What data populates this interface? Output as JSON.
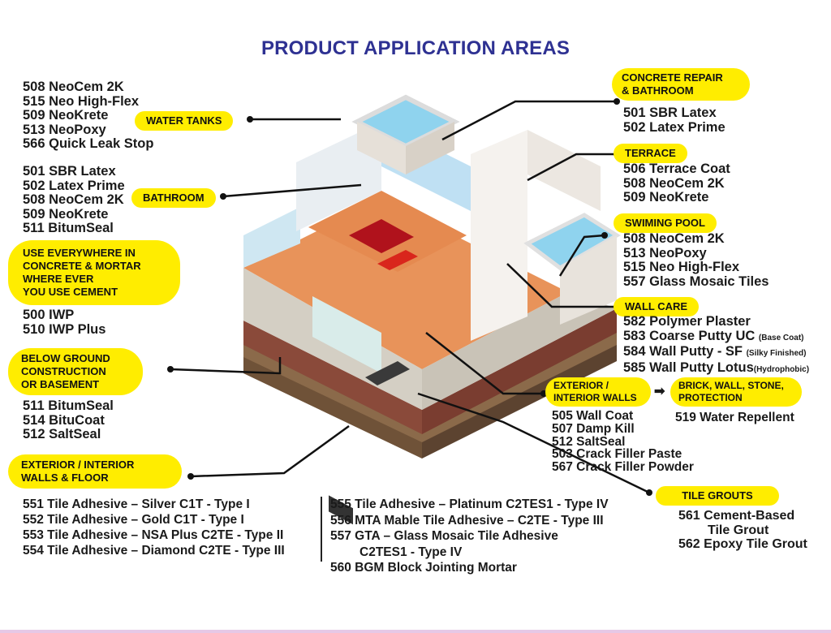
{
  "title": "PRODUCT APPLICATION AREAS",
  "labels": {
    "water_tanks": "WATER TANKS",
    "bathroom": "BATHROOM",
    "use_everywhere": [
      "USE EVERYWHERE IN",
      "CONCRETE & MORTAR",
      "WHERE EVER",
      "YOU USE CEMENT"
    ],
    "below_ground": [
      "BELOW GROUND",
      "CONSTRUCTION",
      "OR BASEMENT"
    ],
    "ext_int_floor": [
      "EXTERIOR / INTERIOR",
      "WALLS & FLOOR"
    ],
    "concrete_repair": [
      "CONCRETE REPAIR",
      "& BATHROOM"
    ],
    "terrace": "TERRACE",
    "swimming_pool": "SWIMING POOL",
    "wall_care": "WALL CARE",
    "ext_int_walls": [
      "EXTERIOR /",
      "INTERIOR WALLS"
    ],
    "arrow": "➡",
    "brick_wall": [
      "BRICK, WALL, STONE,",
      "PROTECTION"
    ],
    "tile_grouts": "TILE GROUTS"
  },
  "lists": {
    "water_tanks": [
      "508 NeoCem 2K",
      "515 Neo High-Flex",
      "509 NeoKrete",
      "513 NeoPoxy",
      "566 Quick Leak Stop"
    ],
    "bathroom": [
      "501 SBR Latex",
      "502 Latex Prime",
      "508 NeoCem 2K",
      "509 NeoKrete",
      "511 BitumSeal"
    ],
    "use_everywhere": [
      "500 IWP",
      "510 IWP Plus"
    ],
    "below_ground": [
      "511 BitumSeal",
      "514 BituCoat",
      "512 SaltSeal"
    ],
    "floor_left": [
      "551 Tile Adhesive – Silver C1T - Type I",
      "552 Tile Adhesive – Gold  C1T - Type I",
      "553 Tile Adhesive – NSA Plus C2TE - Type II",
      "554 Tile Adhesive – Diamond C2TE - Type III"
    ],
    "floor_right": [
      "555 Tile Adhesive – Platinum C2TES1 - Type IV",
      "556 MTA Mable Tile Adhesive – C2TE - Type III",
      "557 GTA – Glass Mosaic Tile Adhesive"
    ],
    "floor_right_indent": "C2TES1 - Type IV",
    "floor_right_last": "560 BGM Block Jointing Mortar",
    "concrete_repair": [
      "501 SBR Latex",
      "502 Latex Prime"
    ],
    "terrace": [
      "506 Terrace Coat",
      "508 NeoCem 2K",
      "509 NeoKrete"
    ],
    "swimming_pool": [
      "508 NeoCem 2K",
      "513 NeoPoxy",
      "515 Neo High-Flex",
      "557 Glass Mosaic Tiles"
    ],
    "wall_care": [
      {
        "text": "582 Polymer Plaster",
        "note": ""
      },
      {
        "text": "583 Coarse Putty UC ",
        "note": "(Base Coat)"
      },
      {
        "text": "584 Wall Putty - SF ",
        "note": "(Silky Finished)"
      },
      {
        "text": "585 Wall Putty Lotus",
        "note": "(Hydrophobic)"
      }
    ],
    "ext_walls": [
      "505 Wall Coat",
      "507 Damp Kill",
      "512 SaltSeal",
      "503 Crack Filler Paste",
      "567 Crack Filler Powder"
    ],
    "brick_wall": [
      "519 Water Repellent"
    ],
    "tile_grouts": [
      "561 Cement-Based"
    ],
    "tile_grouts_indent": "Tile Grout",
    "tile_grouts_last": "562 Epoxy Tile Grout"
  },
  "colors": {
    "title": "#2e3192",
    "label_bg": "#ffed00",
    "floor_tile": "#e8935a",
    "wall": "#f2ede6",
    "brick": "#8a4a3a",
    "pool_water": "#8fd3ee"
  }
}
